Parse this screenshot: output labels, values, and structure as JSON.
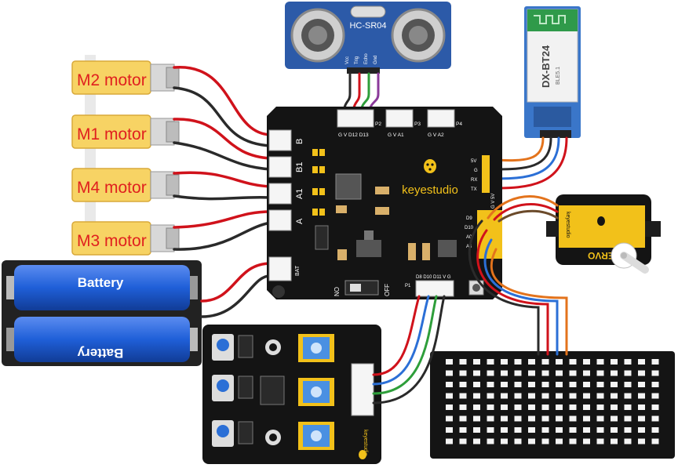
{
  "motors": [
    {
      "label": "M2 motor"
    },
    {
      "label": "M1 motor"
    },
    {
      "label": "M4 motor"
    },
    {
      "label": "M3 motor"
    }
  ],
  "battery": {
    "top_label": "Battery",
    "bottom_label": "Battery",
    "bat_label": "BAT"
  },
  "ultrasonic": {
    "model": "HC-SR04",
    "pins": [
      "Vcc",
      "Trig",
      "Echo",
      "Gnd"
    ]
  },
  "bluetooth": {
    "model": "DX-BT24",
    "sub": "BLE5.1",
    "pins": [
      "5V",
      "G",
      "RX",
      "TX"
    ]
  },
  "board": {
    "brand": "keyestudio",
    "motor_ports": [
      "B",
      "B1",
      "A1",
      "A"
    ],
    "header_p2": "G V D12 D13",
    "p2": "P2",
    "header_p3": "G V A1",
    "p3": "P3",
    "header_p4": "G V A2",
    "p4": "P4",
    "right_pins": [
      "D9",
      "D10",
      "A0",
      "A3"
    ],
    "right_cols": "G V 5V",
    "bottom_header": "D8 D10 D11 V G",
    "p1": "P1",
    "switch_on": "NO",
    "switch_off": "OFF"
  },
  "servo": {
    "label": "SERVO",
    "brand": "keyestudio"
  },
  "line_sensor": {
    "brand": "keyestudio"
  },
  "colors": {
    "red_wire": "#d0121b",
    "black_wire": "#2a2a2a",
    "orange_wire": "#e3731c",
    "blue_wire": "#2b6fd6",
    "green_wire": "#2e9e3a",
    "purple_wire": "#8a3a9a",
    "motor_yellow": "#f7d364",
    "motor_label": "#e0201f",
    "battery_blue": "#1f5fd8"
  }
}
